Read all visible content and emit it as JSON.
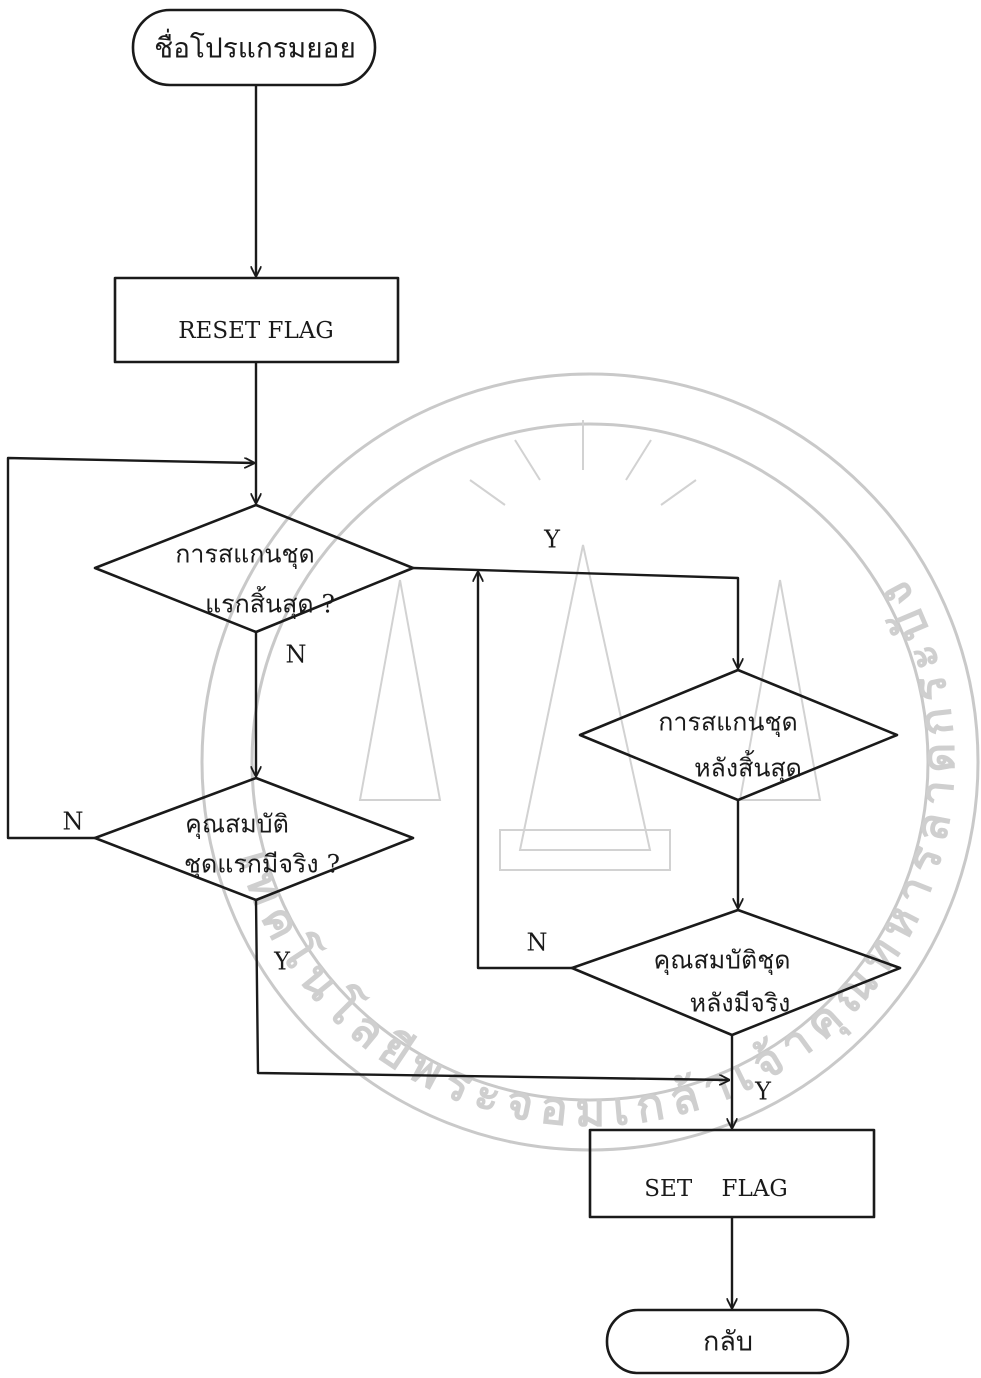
{
  "nodes": {
    "start": {
      "label": "ชื่อโปรแกรมยอย"
    },
    "reset_flag": {
      "label": "RESET FLAG"
    },
    "decision_first_scan_end": {
      "line1": "การสแกนชุด",
      "line2": "แรกสิ้นสุด ?"
    },
    "decision_first_set_true": {
      "line1": "คุณสมบัติ",
      "line2": "ชุดแรกมีจริง ?"
    },
    "decision_second_scan_end": {
      "line1": "การสแกนชุด",
      "line2": "หลังสิ้นสุด"
    },
    "decision_second_set_true": {
      "line1": "คุณสมบัติชุด",
      "line2": "หลังมีจริง"
    },
    "set_flag": {
      "label": "SET FLAG"
    },
    "end": {
      "label": "กลับ"
    }
  },
  "edge_labels": {
    "first_scan_end_no": "N",
    "first_scan_end_yes": "Y",
    "first_set_true_no": "N",
    "first_set_true_yes": "Y",
    "second_set_true_no": "N",
    "second_set_true_yes": "Y"
  },
  "watermark": {
    "text": "เทคโนโลยีพระจอมเกล้าเจ้าคุณทหารลาดกระบัง"
  },
  "colors": {
    "ink": "#1a1a1a",
    "paper": "#ffffff",
    "watermark": "#cfcfcf"
  }
}
